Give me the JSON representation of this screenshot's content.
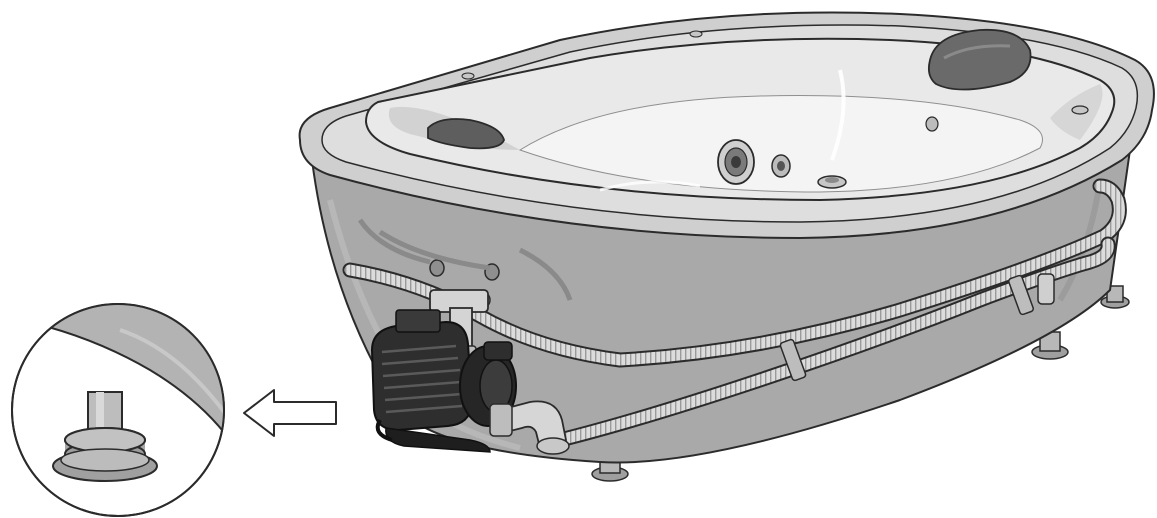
{
  "illustration": {
    "subject": "whirlpool-bathtub-with-pump-and-hoses",
    "detail_callout": "adjustable-foot-closeup",
    "arrow_direction": "left",
    "palette": {
      "outline": "#2b2b2b",
      "tub_body": "#a9a9a9",
      "tub_rim": "#cfcfcf",
      "tub_inner": "#e6e6e6",
      "hose": "#d9d9d9",
      "pump": "#2e2e2e",
      "callout_fill": "#b3b3b3",
      "background": "#ffffff"
    }
  }
}
